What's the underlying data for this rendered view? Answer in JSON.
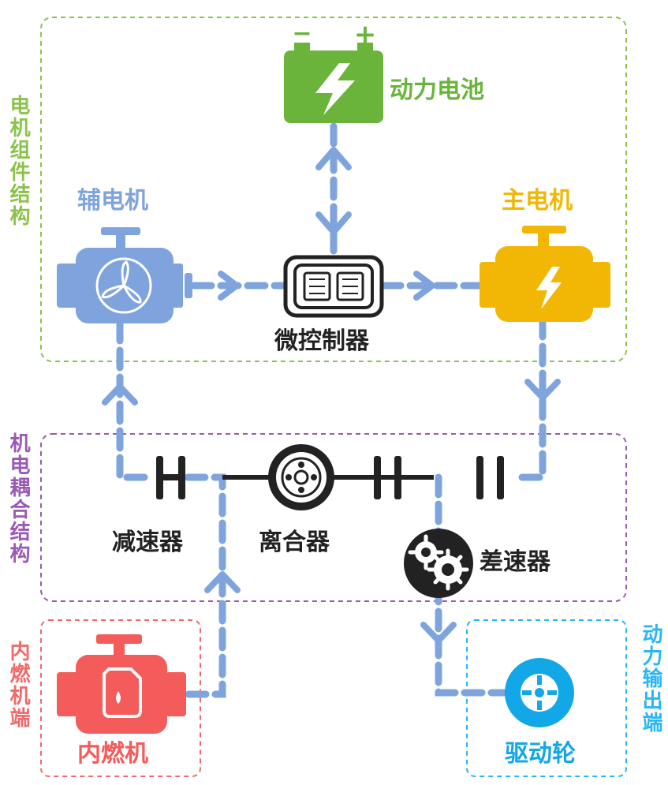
{
  "groups": {
    "motor": "电机组件结构",
    "coupling": "机电耦合结构",
    "engine": "内燃机端",
    "output": "动力输出端"
  },
  "components": {
    "battery": "动力电池",
    "aux_motor": "辅电机",
    "main_motor": "主电机",
    "controller": "微控制器",
    "reducer": "减速器",
    "clutch": "离合器",
    "differential": "差速器",
    "engine": "内燃机",
    "wheel": "驱动轮"
  },
  "colors": {
    "motor_group": "#8BC34A",
    "coupling_group": "#9B59B6",
    "engine_group": "#F06A6A",
    "output_group": "#29B6F6",
    "battery": "#6AB43C",
    "aux_motor": "#7FA4DD",
    "main_motor": "#F2B705",
    "engine": "#F45B5B",
    "wheel": "#12A7E6",
    "flow_line": "#7FA4DD",
    "shaft": "#222222"
  }
}
